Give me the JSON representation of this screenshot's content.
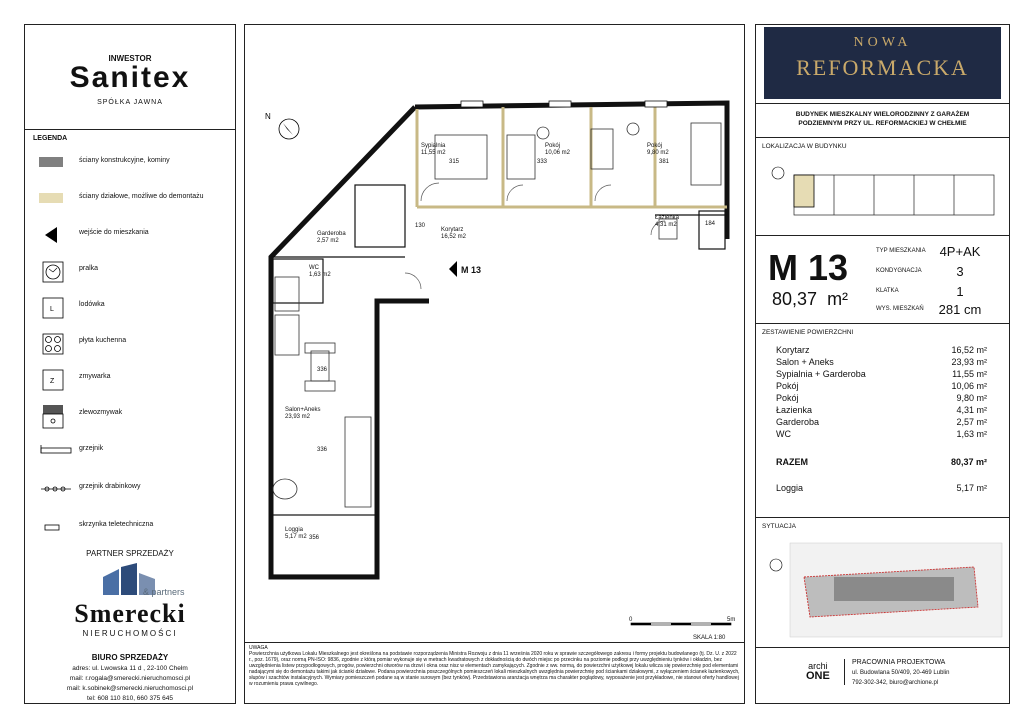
{
  "investor": {
    "label": "INWESTOR",
    "brand": "Sanitex",
    "sub": "SPÓŁKA JAWNA"
  },
  "legend": {
    "title": "LEGENDA",
    "items": [
      {
        "icon": "structural-wall-swatch",
        "label": "ściany konstrukcyjne, kominy"
      },
      {
        "icon": "partition-wall-swatch",
        "label": "ściany działowe, możliwe do demontażu"
      },
      {
        "icon": "entrance-arrow-icon",
        "label": "wejście do mieszkania"
      },
      {
        "icon": "washing-machine-icon",
        "label": "pralka"
      },
      {
        "icon": "fridge-icon",
        "label": "lodówka"
      },
      {
        "icon": "cooktop-icon",
        "label": "płyta kuchenna"
      },
      {
        "icon": "dishwasher-icon",
        "label": "zmywarka"
      },
      {
        "icon": "sink-icon",
        "label": "zlewozmywak"
      },
      {
        "icon": "radiator-icon",
        "label": "grzejnik"
      },
      {
        "icon": "ladder-radiator-icon",
        "label": "grzejnik drabinkowy"
      },
      {
        "icon": "telecom-box-icon",
        "label": "skrzynka teletechniczna"
      }
    ],
    "colors": {
      "structural": "#808080",
      "partition": "#e6dcb4"
    }
  },
  "partner": {
    "title": "PARTNER SPRZEDAŻY",
    "name": "Smerecki",
    "amp": "& partners",
    "sub": "NIERUCHOMOŚCI"
  },
  "office": {
    "title": "BIURO SPRZEDAŻY",
    "lines": [
      "adres: ul. Lwowska 11 d , 22-100 Chełm",
      "mail: r.rogala@smerecki.nieruchomosci.pl",
      "mail: k.sobinek@smerecki.nieruchomosci.pl",
      "tel: 608 110 810, 660 375 645"
    ]
  },
  "plan": {
    "unit_label": "M 13",
    "rooms": [
      {
        "name": "Sypialnia",
        "area": "11,55 m2"
      },
      {
        "name": "Pokój",
        "area": "10,06 m2"
      },
      {
        "name": "Pokój",
        "area": "9,80 m2"
      },
      {
        "name": "Korytarz",
        "area": "16,52 m2"
      },
      {
        "name": "Garderoba",
        "area": "2,57 m2"
      },
      {
        "name": "WC",
        "area": "1,63 m2"
      },
      {
        "name": "Łazienka",
        "area": "4,31 m2"
      },
      {
        "name": "Salon+Aneks",
        "area": "23,93 m2"
      },
      {
        "name": "Loggia",
        "area": "5,17 m2"
      }
    ],
    "dims": [
      "315",
      "333",
      "381",
      "336",
      "336",
      "184",
      "130",
      "356"
    ],
    "scale": {
      "label": "SKALA 1:80",
      "zero": "0",
      "max": "5m"
    }
  },
  "note": {
    "title": "UWAGA",
    "text": "Powierzchnia użytkowa Lokalu Mieszkalnego jest określona na podstawie rozporządzenia Ministra Rozwoju z dnia 11 września 2020 roku w sprawie szczegółowego zakresu i formy projektu budowlanego (tj. Dz. U. z 2022 r., poz. 1679), oraz normą PN-ISO: 9836, zgodnie z którą pomiar wykonuje się w metrach kwadratowych z dokładnością do dwóch miejsc po przecinku na poziomie podłogi przy uwzględnieniu tynków i okładzin, bez uwzględnienia listew przypodłogowych, progów, powierzchni otworów na drzwi i okna oraz nisz w elementach zamykających. Zgodnie z ww. normą, do powierzchni użytkowej lokalu wlicza się powierzchnię pod elementami nadającymi się do demontażu takimi jak ścianki działowe. Podana powierzchnia poszczególnych pomieszczeń lokali mieszkalnych uwzględnia powierzchnię pod ściankami działowymi, z wyłączeniem ścianek łazienkowych, słupów i szachtów instalacyjnych. Wymiary pomieszczeń podane są w stanie surowym (bez tynków). Przedstawiona aranżacja wnętrza ma charakter poglądowy, wyposażenie jest przykładowe, nie stanowi oferty handlowej w rozumieniu prawa cywilnego."
  },
  "project": {
    "logo_top": "NOWA",
    "logo_main": "REFORMACKA",
    "building": [
      "BUDYNEK MIESZKALNY WIELORODZINNY Z GARAŻEM",
      "PODZIEMNYM PRZY UL. REFORMACKIEJ W CHEŁMIE"
    ],
    "location_label": "LOKALIZACJA W BUDYNKU",
    "unit": "M 13",
    "area": "80,37",
    "area_unit": "m²",
    "props": [
      {
        "label": "TYP MIESZKANIA",
        "value": "4P+AK"
      },
      {
        "label": "KONDYGNACJA",
        "value": "3"
      },
      {
        "label": "KLATKA",
        "value": "1"
      },
      {
        "label": "WYS. MIESZKAŃ",
        "value": "281 cm"
      }
    ],
    "summary_title": "ZESTAWIENIE POWIERZCHNI",
    "rows": [
      {
        "label": "Korytarz",
        "value": "16,52 m²"
      },
      {
        "label": "Salon + Aneks",
        "value": "23,93 m²"
      },
      {
        "label": "Sypialnia + Garderoba",
        "value": "11,55 m²"
      },
      {
        "label": "Pokój",
        "value": "10,06 m²"
      },
      {
        "label": "Pokój",
        "value": "9,80 m²"
      },
      {
        "label": "Łazienka",
        "value": "4,31 m²"
      },
      {
        "label": "Garderoba",
        "value": "2,57 m²"
      },
      {
        "label": "WC",
        "value": "1,63 m²"
      }
    ],
    "total": {
      "label": "RAZEM",
      "value": "80,37 m²"
    },
    "loggia": {
      "label": "Loggia",
      "value": "5,17 m²"
    },
    "situation_label": "SYTUACJA"
  },
  "designer": {
    "logo_top": "archi",
    "logo_bottom": "ONE",
    "name": "PRACOWNIA PROJEKTOWA",
    "address": "ul. Budowlana 50/409, 20-469 Lublin",
    "contact": "792-302-342, biuro@archione.pl"
  }
}
